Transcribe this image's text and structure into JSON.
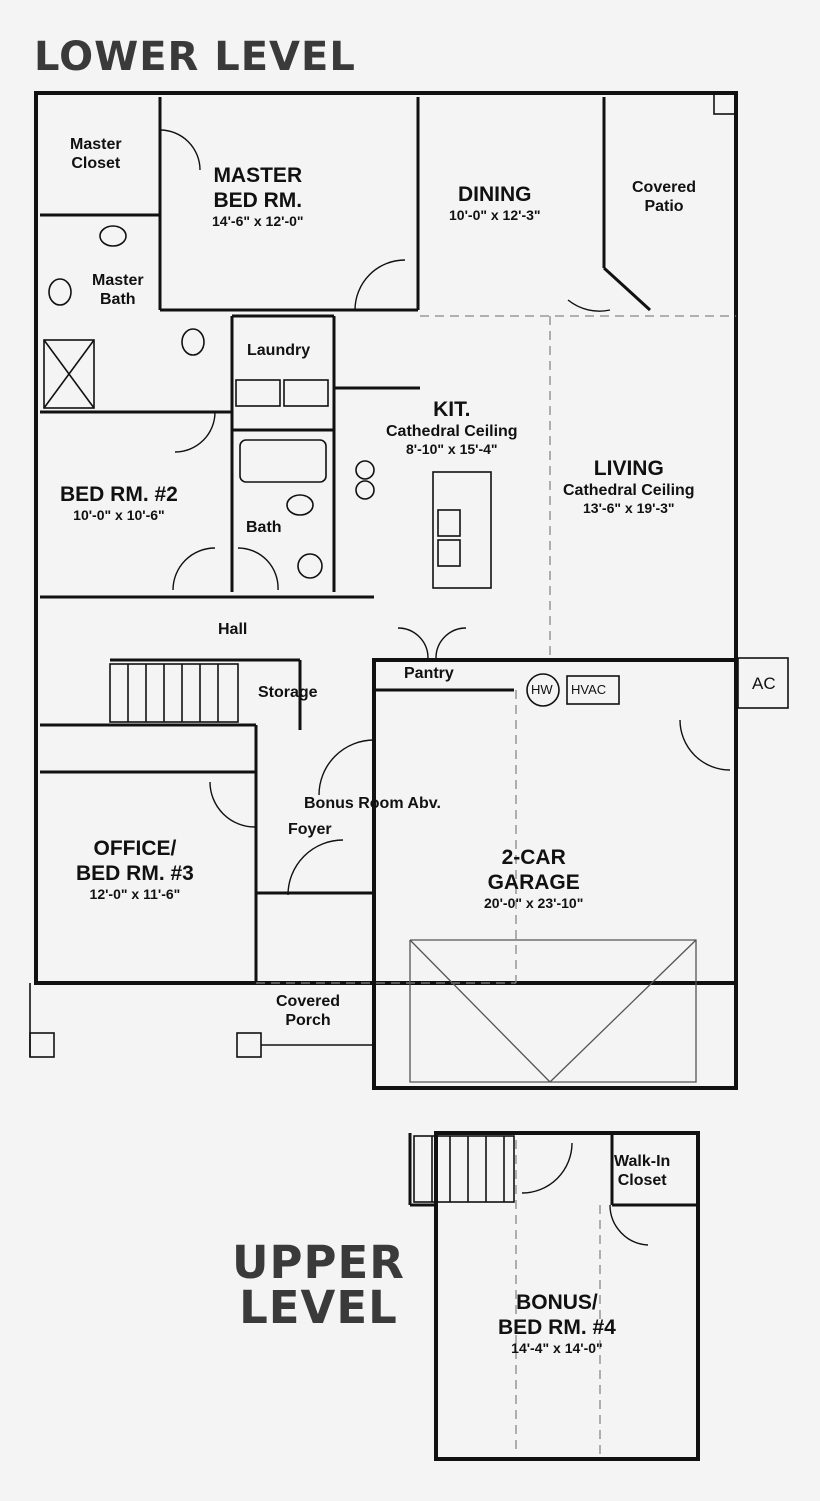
{
  "headings": {
    "lower": "LOWER LEVEL",
    "upper_line1": "UPPER",
    "upper_line2": "LEVEL"
  },
  "rooms": {
    "master_closet": {
      "line1": "Master",
      "line2": "Closet"
    },
    "master_bed": {
      "line1": "MASTER",
      "line2": "BED RM.",
      "dims": "14'-6\" x 12'-0\""
    },
    "dining": {
      "name": "DINING",
      "dims": "10'-0\" x 12'-3\""
    },
    "covered_patio": {
      "line1": "Covered",
      "line2": "Patio"
    },
    "master_bath": {
      "line1": "Master",
      "line2": "Bath"
    },
    "laundry": {
      "name": "Laundry"
    },
    "kitchen": {
      "name": "KIT.",
      "note": "Cathedral Ceiling",
      "dims": "8'-10\" x 15'-4\""
    },
    "living": {
      "name": "LIVING",
      "note": "Cathedral Ceiling",
      "dims": "13'-6\" x 19'-3\""
    },
    "bed2": {
      "name": "BED RM. #2",
      "dims": "10'-0\" x 10'-6\""
    },
    "bath": {
      "name": "Bath"
    },
    "hall": {
      "name": "Hall"
    },
    "storage": {
      "name": "Storage"
    },
    "pantry": {
      "name": "Pantry"
    },
    "hw": {
      "name": "HW"
    },
    "hvac": {
      "name": "HVAC"
    },
    "ac": {
      "name": "AC"
    },
    "bonus_note": {
      "name": "Bonus Room Abv."
    },
    "foyer": {
      "name": "Foyer"
    },
    "office": {
      "line1": "OFFICE/",
      "line2": "BED RM. #3",
      "dims": "12'-0\" x 11'-6\""
    },
    "garage": {
      "line1": "2-CAR",
      "line2": "GARAGE",
      "dims": "20'-0\" x 23'-10\""
    },
    "covered_porch": {
      "line1": "Covered",
      "line2": "Porch"
    },
    "walk_in_closet": {
      "line1": "Walk-In",
      "line2": "Closet"
    },
    "bonus": {
      "line1": "BONUS/",
      "line2": "BED RM. #4",
      "dims": "14'-4\" x 14'-0\""
    }
  },
  "colors": {
    "wall": "#111111",
    "background": "#f4f4f4",
    "heading": "#3a3a3a",
    "dashed": "#888888"
  }
}
